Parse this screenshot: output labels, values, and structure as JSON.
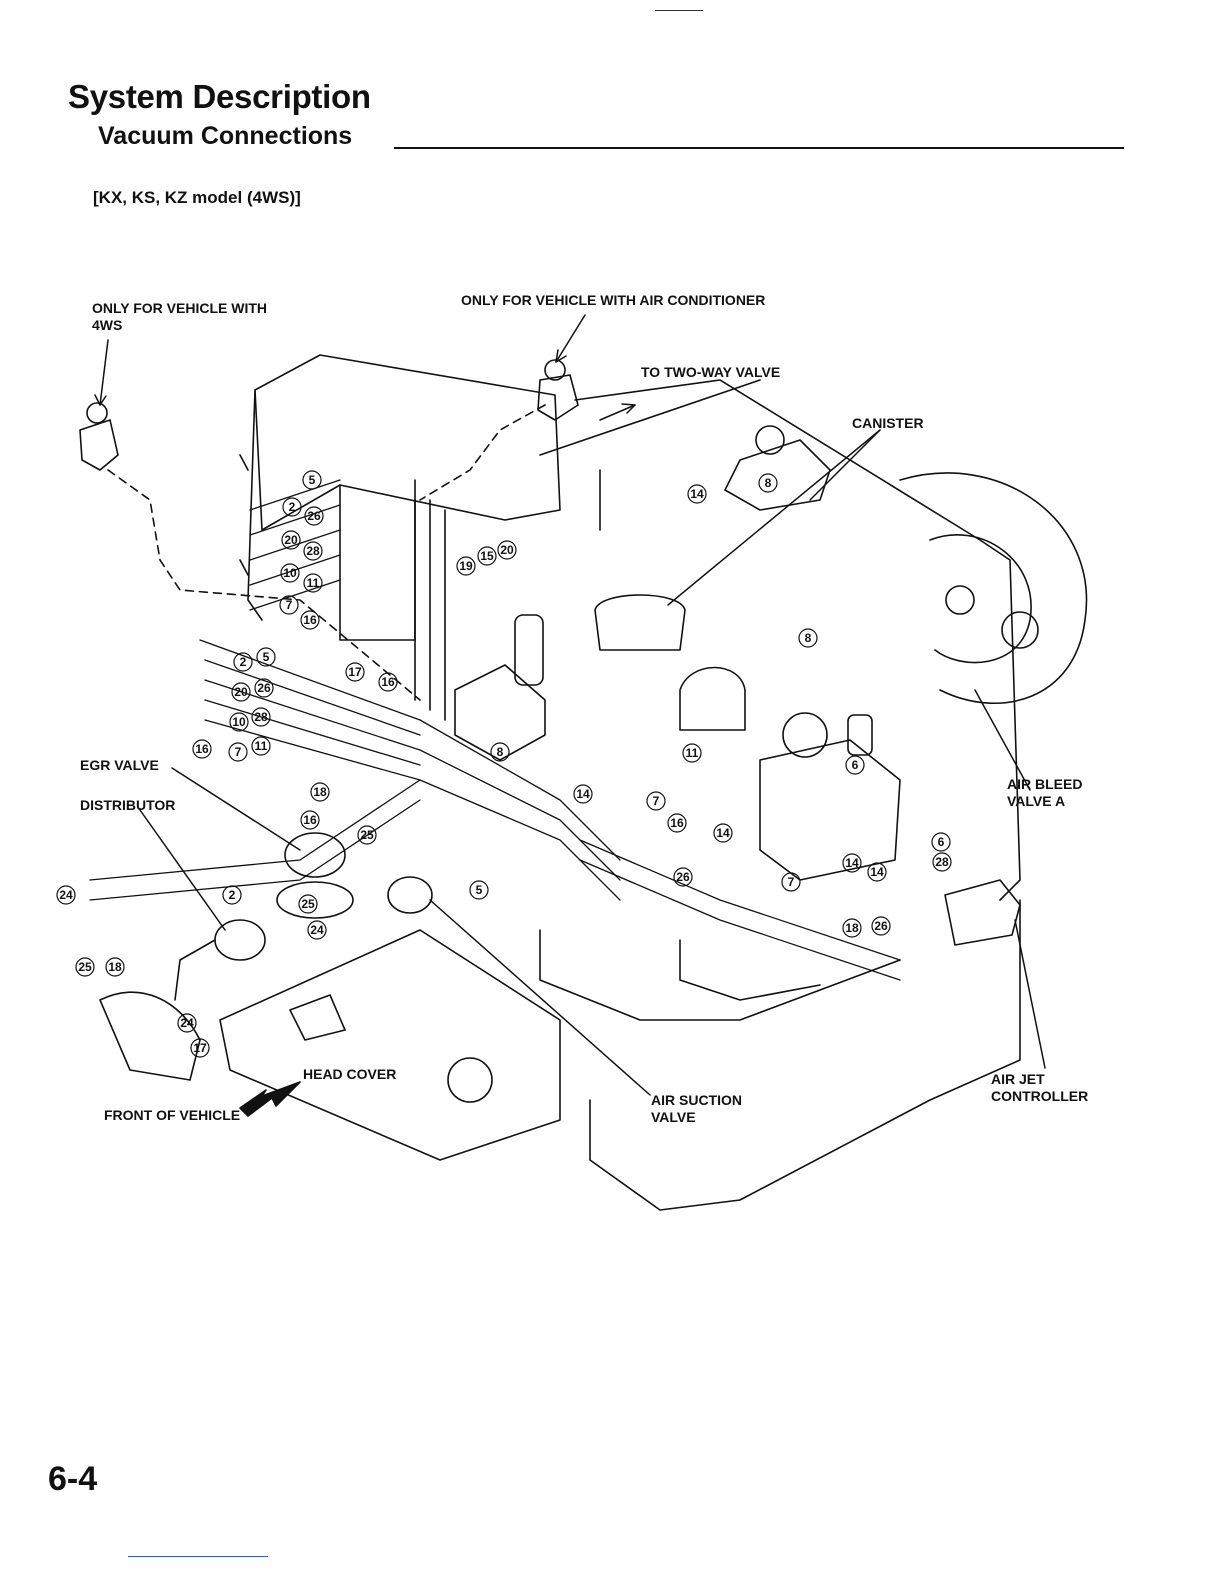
{
  "header": {
    "title": "System Description",
    "section": "Vacuum Connections",
    "model": "[KX, KS, KZ model (4WS)]"
  },
  "labels": {
    "only_4ws": "ONLY FOR VEHICLE WITH\n4WS",
    "only_ac": "ONLY FOR VEHICLE WITH AIR CONDITIONER",
    "two_way_valve": "TO TWO-WAY VALVE",
    "canister": "CANISTER",
    "egr_valve": "EGR VALVE",
    "distributor": "DISTRIBUTOR",
    "air_bleed_valve_a": "AIR BLEED\nVALVE A",
    "air_jet_controller": "AIR JET\nCONTROLLER",
    "air_suction_valve": "AIR SUCTION\nVALVE",
    "head_cover": "HEAD COVER",
    "front_of_vehicle": "FRONT OF VEHICLE"
  },
  "callouts": [
    "5",
    "2",
    "26",
    "20",
    "28",
    "10",
    "11",
    "7",
    "16",
    "2",
    "5",
    "20",
    "26",
    "10",
    "28",
    "16",
    "7",
    "11",
    "17",
    "16",
    "14",
    "19",
    "15",
    "20",
    "8",
    "8",
    "8",
    "18",
    "16",
    "25",
    "25",
    "24",
    "2",
    "24",
    "25",
    "18",
    "24",
    "17",
    "5",
    "14",
    "11",
    "7",
    "16",
    "14",
    "26",
    "14",
    "14",
    "7",
    "18",
    "26",
    "6",
    "6",
    "28"
  ],
  "footer": {
    "page_number": "6-4"
  }
}
